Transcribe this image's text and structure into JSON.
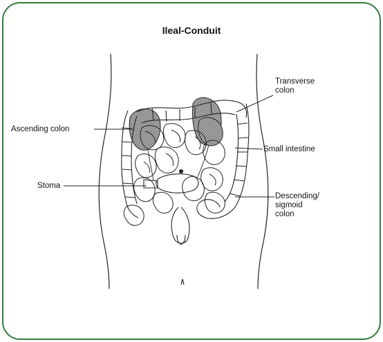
{
  "title": "Ileal-Conduit",
  "labels": {
    "ascending_colon": "Ascending colon",
    "stoma": "Stoma",
    "transverse_colon_line1": "Transverse",
    "transverse_colon_line2": "colon",
    "small_intestine": "Small intestine",
    "descending_line1": "Descending/",
    "descending_line2": "sigmoid",
    "descending_line3": "colon"
  },
  "colors": {
    "frame": "#2f7d3a",
    "ink": "#111111",
    "kidney_shade": "#9a9a9a"
  }
}
